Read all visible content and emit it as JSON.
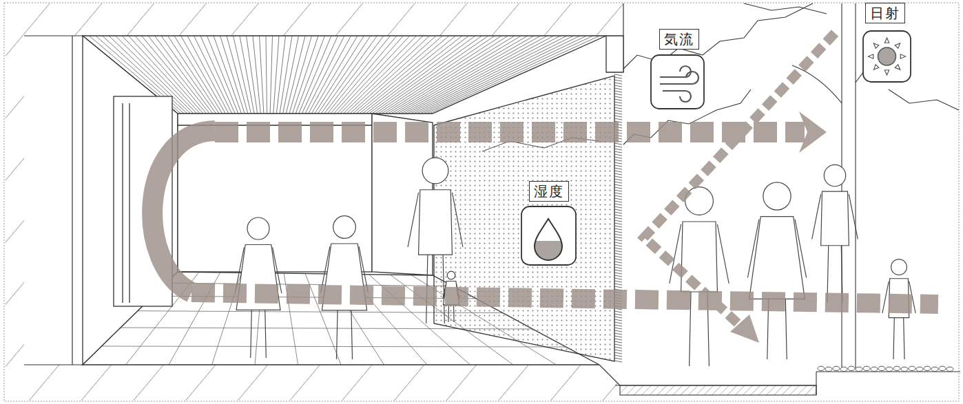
{
  "diagram": {
    "nodes": [
      {
        "text": [
          "気流"
        ]
      },
      {
        "text": [
          "日射"
        ]
      },
      {
        "text": [
          "湿度"
        ]
      }
    ]
  }
}
